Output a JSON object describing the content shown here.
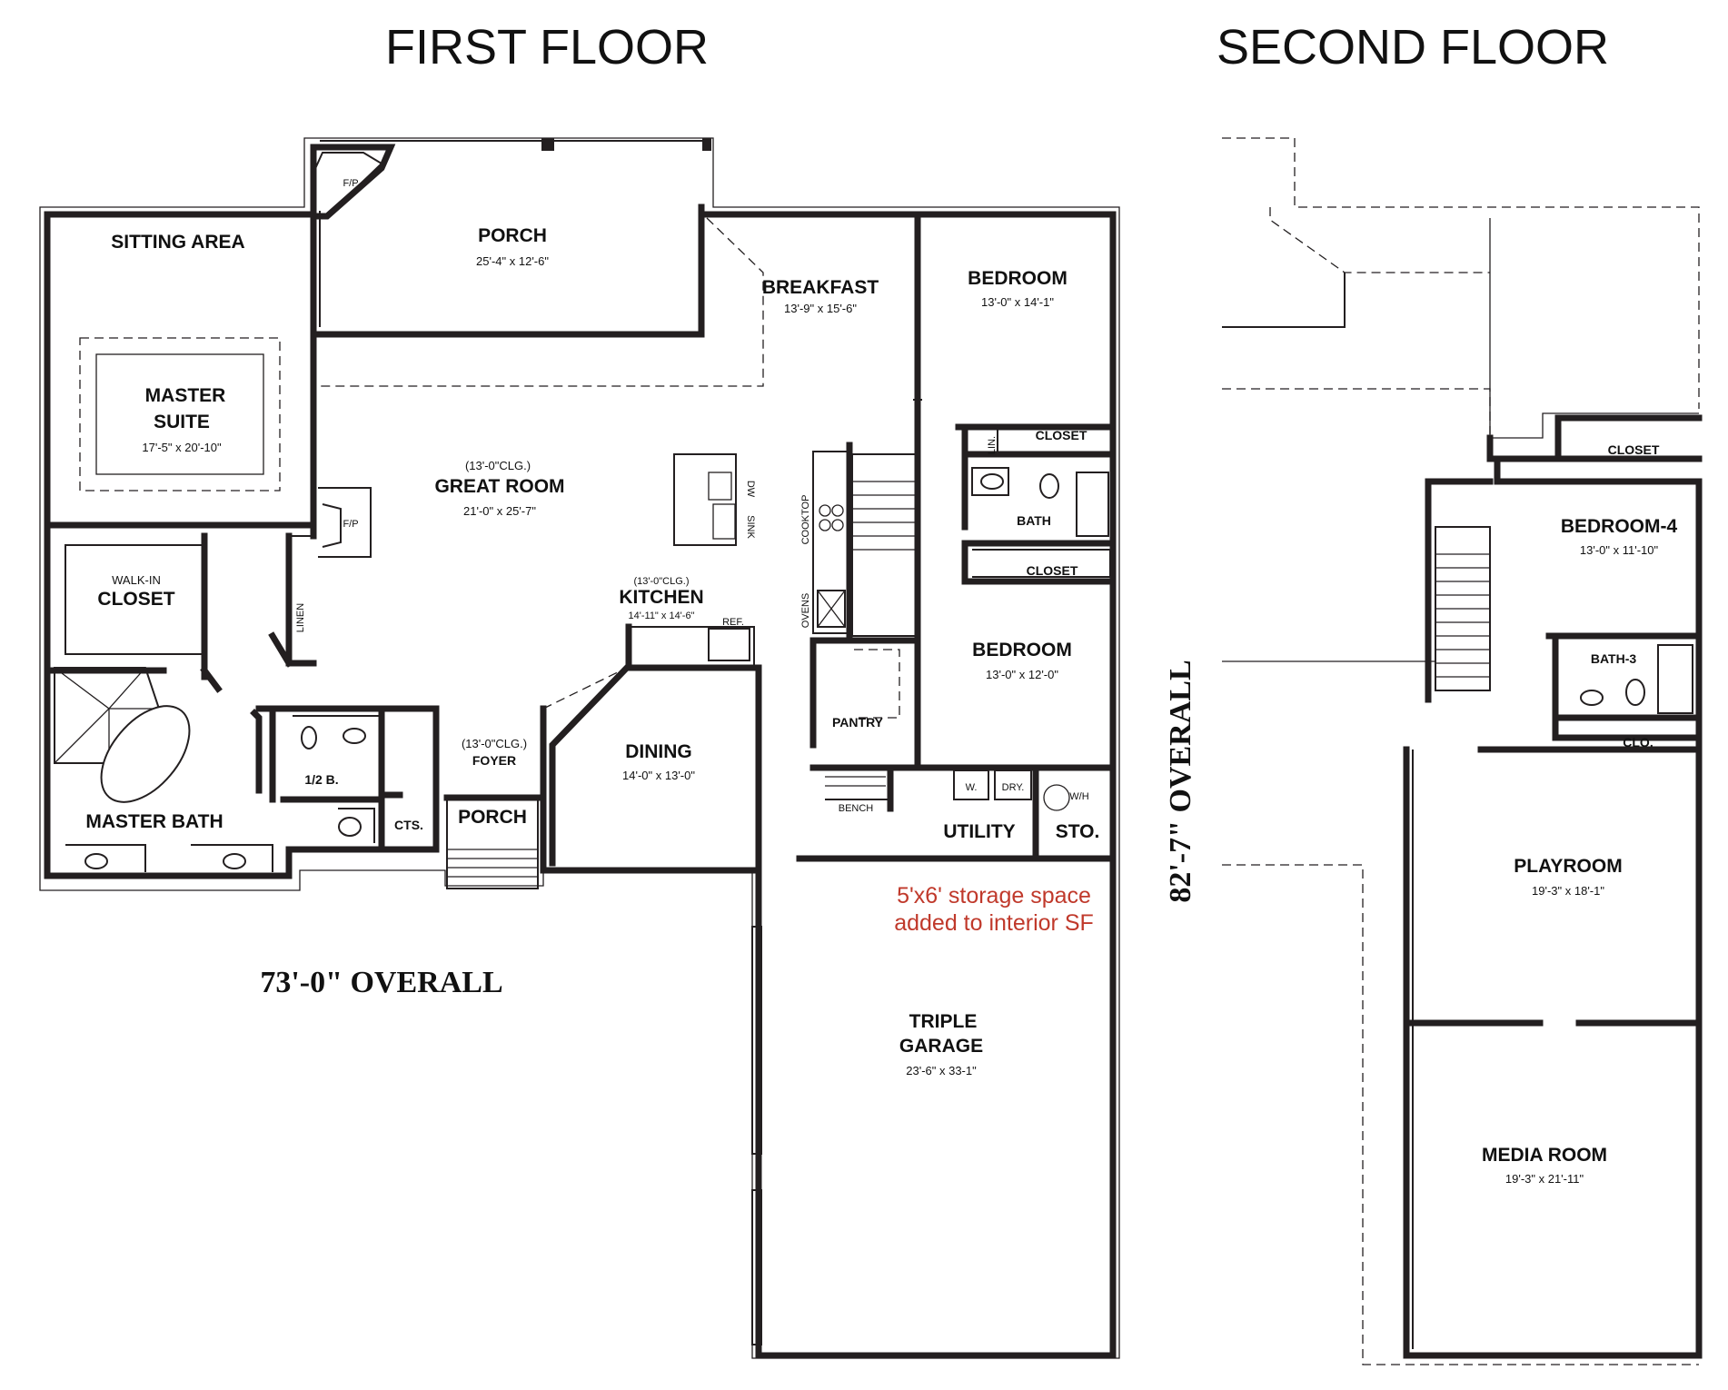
{
  "headers": {
    "first": "FIRST FLOOR",
    "second": "SECOND FLOOR"
  },
  "rooms": {
    "sitting_area": {
      "name": "SITTING AREA"
    },
    "porch_back": {
      "name": "PORCH",
      "dim": "25'-4\" x 12'-6\""
    },
    "breakfast": {
      "name": "BREAKFAST",
      "dim": "13'-9\" x 15'-6\""
    },
    "bedroom_a": {
      "name": "BEDROOM",
      "dim": "13'-0\" x 14'-1\""
    },
    "master_suite": {
      "name1": "MASTER",
      "name2": "SUITE",
      "dim": "17'-5\" x 20'-10\""
    },
    "great_room": {
      "ceiling": "(13'-0\"CLG.)",
      "name": "GREAT ROOM",
      "dim": "21'-0\" x 25'-7\""
    },
    "closet_a": {
      "name": "CLOSET"
    },
    "bath_a": {
      "name": "BATH"
    },
    "closet_b": {
      "name": "CLOSET"
    },
    "walk_in": {
      "pre": "WALK-IN",
      "name": "CLOSET"
    },
    "kitchen": {
      "ceiling": "(13'-0\"CLG.)",
      "name": "KITCHEN",
      "dim": "14'-11\" x 14'-6\""
    },
    "bedroom_b": {
      "name": "BEDROOM",
      "dim": "13'-0\" x 12'-0\""
    },
    "pantry": {
      "name": "PANTRY"
    },
    "dining": {
      "name": "DINING",
      "dim": "14'-0\" x 13'-0\""
    },
    "foyer": {
      "ceiling": "(13'-0\"CLG.)",
      "name": "FOYER"
    },
    "half_bath": {
      "name": "1/2 B."
    },
    "master_bath": {
      "name": "MASTER BATH"
    },
    "cts": {
      "name": "CTS."
    },
    "porch_front": {
      "name": "PORCH"
    },
    "utility": {
      "name": "UTILITY"
    },
    "sto": {
      "name": "STO."
    },
    "garage": {
      "name1": "TRIPLE",
      "name2": "GARAGE",
      "dim": "23'-6\" x 33-1\""
    },
    "closet_c": {
      "name": "CLOSET"
    },
    "bedroom_4": {
      "name": "BEDROOM-4",
      "dim": "13'-0\" x 11'-10\""
    },
    "bath_3": {
      "name": "BATH-3"
    },
    "clo": {
      "name": "CLO."
    },
    "playroom": {
      "name": "PLAYROOM",
      "dim": "19'-3\" x 18'-1\""
    },
    "media_room": {
      "name": "MEDIA ROOM",
      "dim": "19'-3\" x 21'-11\""
    }
  },
  "fixtures": {
    "fp": "F/P",
    "linen": "LINEN",
    "lin": "LIN.",
    "dw": "DW",
    "sink": "SINK",
    "cooktop": "COOKTOP",
    "ovens": "OVENS",
    "ref": "REF.",
    "bench": "BENCH",
    "washer": "W.",
    "dryer": "DRY.",
    "water_heater": "W/H"
  },
  "overall": {
    "width": "73'-0\"  OVERALL",
    "depth": "82'-7\"  OVERALL"
  },
  "note": {
    "line1": "5'x6' storage space",
    "line2": "added to interior SF"
  }
}
